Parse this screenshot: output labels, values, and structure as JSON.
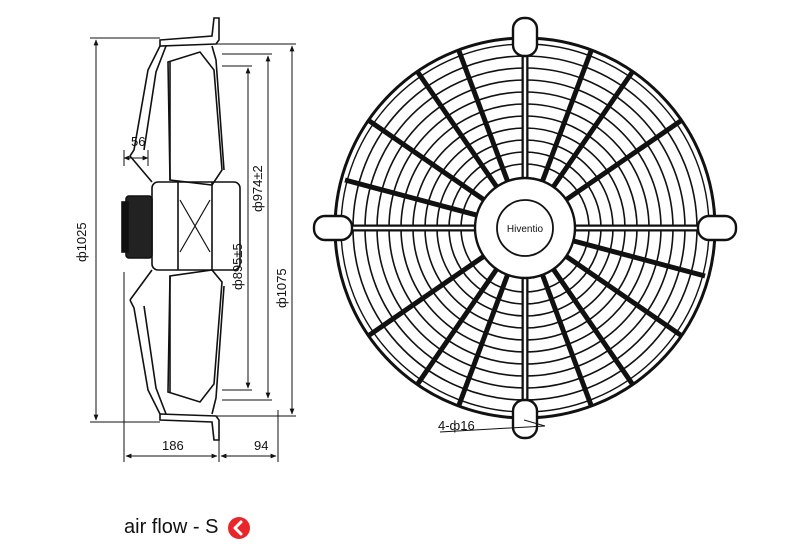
{
  "side_view": {
    "dim_outer_dia": "ф1025",
    "dim_ring_dia": "ф974±2",
    "dim_blade_dia": "ф895±5",
    "dim_flange_dia": "ф1075",
    "dim_56": "56",
    "dim_186": "186",
    "dim_94": "94"
  },
  "front_view": {
    "brand": "Hiventio",
    "dim_holes": "4-ф16"
  },
  "caption": {
    "label": "air flow - S",
    "arrow_color": "#e8262b",
    "arrow_icon": "arrow-left-circle-icon"
  }
}
